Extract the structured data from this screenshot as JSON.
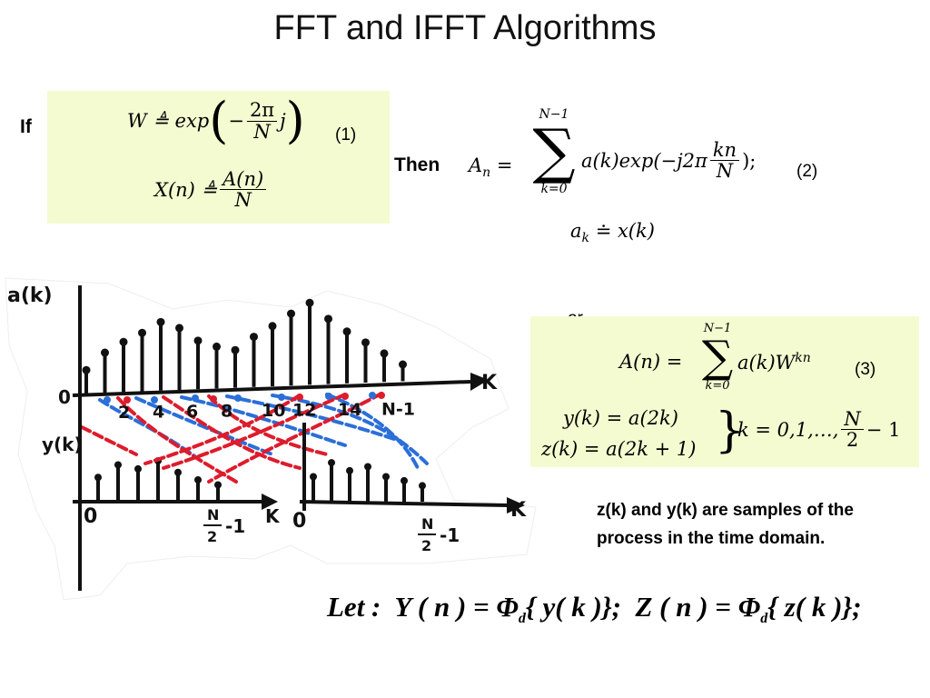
{
  "slide": {
    "title": "FFT and IFFT Algorithms",
    "if_label": "If",
    "then_label": "Then",
    "or_label": "or",
    "eq1_tag": "(1)",
    "eq2_tag": "(2)",
    "eq3_tag": "(3)",
    "note_line1": "z(k) and y(k) are samples of the",
    "note_line2": "process in the time domain.",
    "colors": {
      "box_fill": "#f4fbd0",
      "stem_black": "#111111",
      "arrow_blue": "#2b6fd8",
      "arrow_red": "#dd1c2c"
    }
  },
  "eq1": {
    "w_lhs": "W ≜ exp",
    "minus": "−",
    "two_pi": "2π",
    "n_den": "N",
    "j": "j",
    "x_lhs": "X(n) ≜",
    "a_n": "A(n)",
    "n_den2": "N"
  },
  "eq2": {
    "lhs": "An =",
    "sum_top": "N−1",
    "sum_bot": "k=0",
    "body": "a(k)exp(−j2π",
    "kn": "kn",
    "n_den": "N",
    "tail": ");",
    "sub_line": "ak ≐ x(k)"
  },
  "eq3": {
    "lhs": "A(n) =",
    "sum_top": "N−1",
    "sum_bot": "k=0",
    "body": "a(k)W",
    "exp": "kn",
    "y_def": "y(k) = a(2k)",
    "z_def": "z(k) = a(2k + 1)",
    "range": "k = 0,1,…,",
    "half_num": "N",
    "half_den": "2",
    "minus_one": "− 1"
  },
  "let_line": {
    "prefix": "Let :",
    "y_part": "Y ( n ) = Φ",
    "d": "d",
    "y_arg": "{ y( k )};",
    "z_part": "Z ( n ) = Φ",
    "z_arg": "{ z( k )};"
  },
  "sketch": {
    "a_label": "a(k)",
    "y_label": "y(k)",
    "k_label_top": "K",
    "k_label_bottom": "K",
    "k_label_mid": "K",
    "zero_top": "0",
    "zero_left": "0",
    "zero_mid": "0",
    "index_labels": [
      "2",
      "4",
      "6",
      "8",
      "10",
      "12",
      "14",
      "N-1"
    ],
    "half_n": "N",
    "half_d": "2",
    "minus1": "-1",
    "top_stem_heights": [
      0.28,
      0.48,
      0.6,
      0.7,
      0.82,
      0.74,
      0.58,
      0.5,
      0.45,
      0.6,
      0.72,
      0.86,
      0.98,
      0.78,
      0.62,
      0.48,
      0.34,
      0.2
    ],
    "bottom_left_stems": [
      0.45,
      0.7,
      0.62,
      0.78,
      0.55,
      0.4,
      0.3
    ],
    "bottom_right_stems": [
      0.5,
      0.78,
      0.62,
      0.7,
      0.5,
      0.42,
      0.32
    ]
  }
}
